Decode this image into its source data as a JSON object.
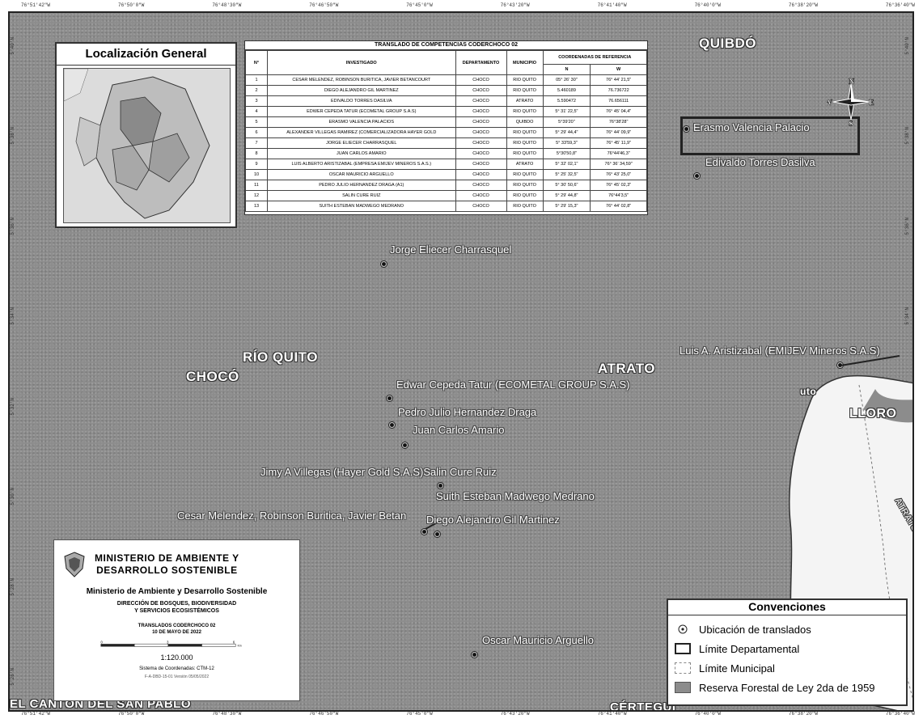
{
  "coords": {
    "top": [
      "76°51'42\"W",
      "76°50'0\"W",
      "76°48'30\"W",
      "76°46'50\"W",
      "76°45'0\"W",
      "76°43'20\"W",
      "76°41'40\"W",
      "76°40'0\"W",
      "76°38'20\"W",
      "76°36'40\"W"
    ],
    "bottom": [
      "76°51'42\"W",
      "76°50'0\"W",
      "76°48'30\"W",
      "76°46'50\"W",
      "76°45'0\"W",
      "76°43'20\"W",
      "76°41'40\"W",
      "76°40'0\"W",
      "76°38'20\"W",
      "76°36'40\"W"
    ],
    "left": [
      "5°40'N",
      "5°38'N",
      "5°36'N",
      "5°34'N",
      "5°32'N",
      "5°30'N",
      "5°28'N",
      "5°26'N"
    ],
    "right": [
      "5°40'N",
      "5°38'N",
      "5°36'N",
      "5°34'N",
      "5°32'N",
      "5°30'N",
      "5°28'N",
      "5°26'N"
    ]
  },
  "places": {
    "quibdo": "QUIBDÓ",
    "rio_quito": "RÍO QUITO",
    "choco": "CHOCÓ",
    "atrato": "ATRATO",
    "lloro": "LLORO",
    "el_canton": "EL CANTÓN DEL SAN PABLO",
    "certegui": "CÉRTEGUI",
    "uto": "uto",
    "atrato_river": "ATRATO"
  },
  "sites": [
    {
      "label": "Erasmo Valencia Palacio"
    },
    {
      "label": "Edivaldo Torres Dasilva"
    },
    {
      "label": "Jorge Eliecer Charrasquel"
    },
    {
      "label": "Luis A. Aristizabal (EMIJEV Mineros S.A.S)"
    },
    {
      "label": "Edwar Cepeda Tatur (ECOMETAL GROUP S.A.S)"
    },
    {
      "label": "Pedro Julio Hernandez Draga"
    },
    {
      "label": "Juan Carlos Amario"
    },
    {
      "label": "Jimy A Villegas (Hayer Gold S.A.S)Salin Cure Ruiz"
    },
    {
      "label": "Suith Esteban Madwego Medrano"
    },
    {
      "label": "Cesar Melendez, Robinson Buritica, Javier Betan"
    },
    {
      "label": "Diego Alejandro Gil Martinez"
    },
    {
      "label": "Oscar Mauricio Arguello"
    }
  ],
  "location_box": {
    "title": "Localización General"
  },
  "table": {
    "title": "TRANSLADO DE COMPETENCIAS CODERCHOCO 02",
    "headers": [
      "N°",
      "INVESTIGADO",
      "DEPARTAMENTO",
      "MUNICIPIO",
      "COORDENADAS DE REFERENCIA"
    ],
    "coord_headers": [
      "N",
      "W"
    ],
    "rows": [
      [
        "1",
        "CESAR MELENDEZ, ROBINSON BURITICA, JAVIER BETANCOURT",
        "CHOCO",
        "RIO QUITO",
        "05° 26' 30\"",
        "76° 44' 21,5\""
      ],
      [
        "2",
        "DIEGO ALEJANDRO GIL MARTINEZ",
        "CHOCO",
        "RIO QUITO",
        "5.460189",
        "76.736722"
      ],
      [
        "3",
        "EDIVALDO TORRES DASILVA",
        "CHOCO",
        "ATRATO",
        "5.590472",
        "76.656111"
      ],
      [
        "4",
        "EDWER CEPEDA TATUR (ECOMETAL GROUP S.A.S)",
        "CHOCO",
        "RIO QUITO",
        "5° 31' 22,5\"",
        "76° 45' 04,4\""
      ],
      [
        "5",
        "ERASMO VALENCIA PALACIOS",
        "CHOCO",
        "QUIBDO",
        "5°39'20\"",
        "76°38'28\""
      ],
      [
        "6",
        "ALEXANDER VILLEGAS RAMIREZ (COMERCIALIZADORA HAYER GOLD",
        "CHOCO",
        "RIO QUITO",
        "5° 29' 44,4\"",
        "76° 44' 09,9\""
      ],
      [
        "7",
        "JORGE ELIECER CHARRASQUEL",
        "CHOCO",
        "RIO QUITO",
        "5° 33'59,3\"",
        "76° 45' 11,9\""
      ],
      [
        "8",
        "JUAN CARLOS AMARIO",
        "CHOCO",
        "RIO QUITO",
        "5°30'50,8\"",
        "76°44'46,3\""
      ],
      [
        "9",
        "LUIS ALBERTO ARISTIZABAL (EMPRESA EMIJEV MINEROS S.A.S.)",
        "CHOCO",
        "ATRATO",
        "5° 32' 02,1\"",
        "76° 36' 34,59\""
      ],
      [
        "10",
        "OSCAR MAURICIO ARGUELLO",
        "CHOCO",
        "RIO QUITO",
        "5° 25' 32,5\"",
        "76° 43' 25,0\""
      ],
      [
        "11",
        "PEDRO JULIO HERNANDEZ DRAGA (A1)",
        "CHOCO",
        "RIO QUITO",
        "5° 30' 50,6\"",
        "76° 45' 02,3\""
      ],
      [
        "12",
        "SALIN CURE RUIZ",
        "CHOCO",
        "RIO QUITO",
        "5° 29' 44,8\"",
        "76°44'3,5\""
      ],
      [
        "13",
        "SUITH ESTEBAN MADWEGO MEDRANO",
        "CHOCO",
        "RIO QUITO",
        "5° 29' 15,3\"",
        "76° 44' 02,8\""
      ]
    ]
  },
  "logo": {
    "line1": "MINISTERIO DE AMBIENTE Y",
    "line2": "DESARROLLO SOSTENIBLE",
    "ministry": "Ministerio de Ambiente y Desarrollo Sostenible",
    "direccion1": "DIRECCIÓN DE BOSQUES, BIODIVERSIDAD",
    "direccion2": "Y SERVICIOS ECOSISTÉMICOS",
    "translados1": "TRANSLADOS CODERCHOCO 02",
    "translados2": "10 DE MAYO DE 2022",
    "scale_ticks": [
      "0",
      "3",
      "6"
    ],
    "scale_unit": "Km",
    "scale_ratio": "1:120.000",
    "sistema": "Sistema de Coordenadas: CTM-12",
    "codigo": "F-A-DBD-15-01 Versión 05/05/2022"
  },
  "compass": {
    "n": "N",
    "s": "S",
    "e": "E",
    "w": "W"
  },
  "conventions": {
    "title": "Convenciones",
    "items": [
      {
        "label": "Ubicación de translados"
      },
      {
        "label": "Límite Departamental"
      },
      {
        "label": "Límite Municipal"
      },
      {
        "label": "Reserva Forestal de Ley 2da de 1959"
      }
    ]
  }
}
